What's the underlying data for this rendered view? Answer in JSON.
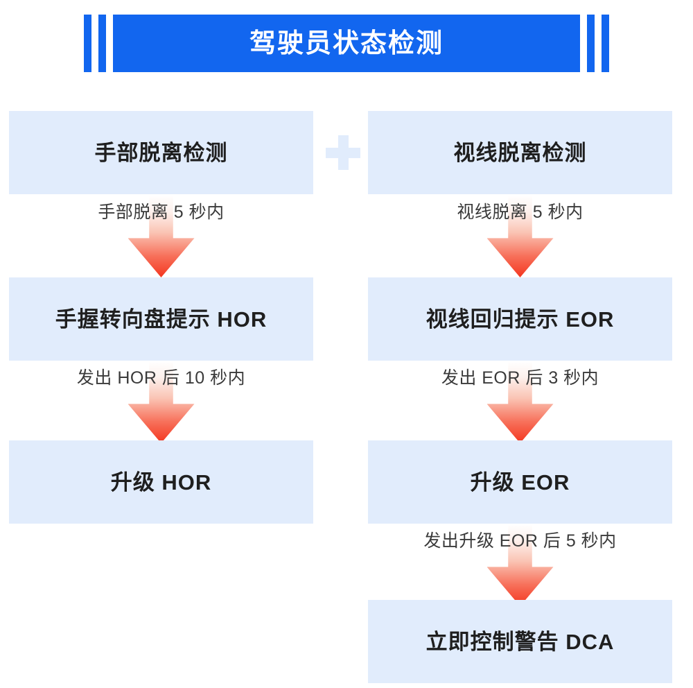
{
  "header": {
    "title": "驾驶员状态检测",
    "bar_color": "#1266ef",
    "title_color": "#ffffff"
  },
  "theme": {
    "box_fill": "#e1ecfc",
    "box_text": "#1f1f1f",
    "arrow_top": "#ffffff",
    "arrow_bottom": "#f4361f",
    "label_text": "#3a3a3a",
    "page_background": "#ffffff"
  },
  "connector": {
    "plus_icon": "plus-icon",
    "plus_color": "#e1ecfc"
  },
  "flow": {
    "left_branch": {
      "steps": [
        {
          "label": "手部脱离检测"
        },
        {
          "label": "手握转向盘提示 HOR"
        },
        {
          "label": "升级 HOR"
        }
      ],
      "transitions": [
        {
          "label": "手部脱离 5 秒内"
        },
        {
          "label": "发出 HOR 后 10 秒内"
        }
      ]
    },
    "right_branch": {
      "steps": [
        {
          "label": "视线脱离检测"
        },
        {
          "label": "视线回归提示 EOR"
        },
        {
          "label": "升级 EOR"
        },
        {
          "label": "立即控制警告 DCA"
        }
      ],
      "transitions": [
        {
          "label": "视线脱离 5 秒内"
        },
        {
          "label": "发出 EOR 后 3 秒内"
        },
        {
          "label": "发出升级 EOR 后 5 秒内"
        }
      ]
    }
  }
}
